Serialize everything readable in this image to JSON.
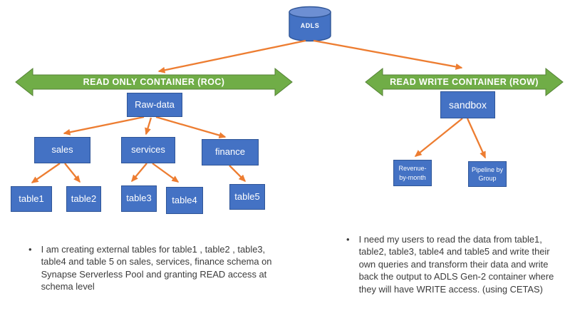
{
  "diagram": {
    "adls_label": "ADLS",
    "banners": {
      "roc": "READ ONLY CONTAINER (ROC)",
      "row": "READ WRITE CONTAINER (ROW)"
    },
    "nodes": {
      "raw_data": "Raw-data",
      "sales": "sales",
      "services": "services",
      "finance": "finance",
      "table1": "table1",
      "table2": "table2",
      "table3": "table3",
      "table4": "table4",
      "table5": "table5",
      "sandbox": "sandbox",
      "revenue_by_month": "Revenue-by-month",
      "pipeline_by_group": "Pipeline by Group"
    }
  },
  "notes": {
    "bullet_char": "•",
    "left": "I am creating external tables for table1 , table2 , table3, table4 and table 5 on sales, services, finance schema on Synapse Serverless Pool and granting READ access at schema level",
    "right": "I need my users to read the data from table1, table2, table3, table4 and table5 and write their own queries and transform their data and write back the output to ADLS Gen-2 container where they will have WRITE access. (using CETAS)"
  },
  "colors": {
    "node_fill": "#4472C4",
    "node_border": "#2F5597",
    "node_top": "#6D8FD3",
    "banner_fill": "#70AD47",
    "banner_border": "#548235",
    "connector": "#ED7D31",
    "note_text": "#3B3B3B",
    "node_text": "#FFFFFF"
  }
}
